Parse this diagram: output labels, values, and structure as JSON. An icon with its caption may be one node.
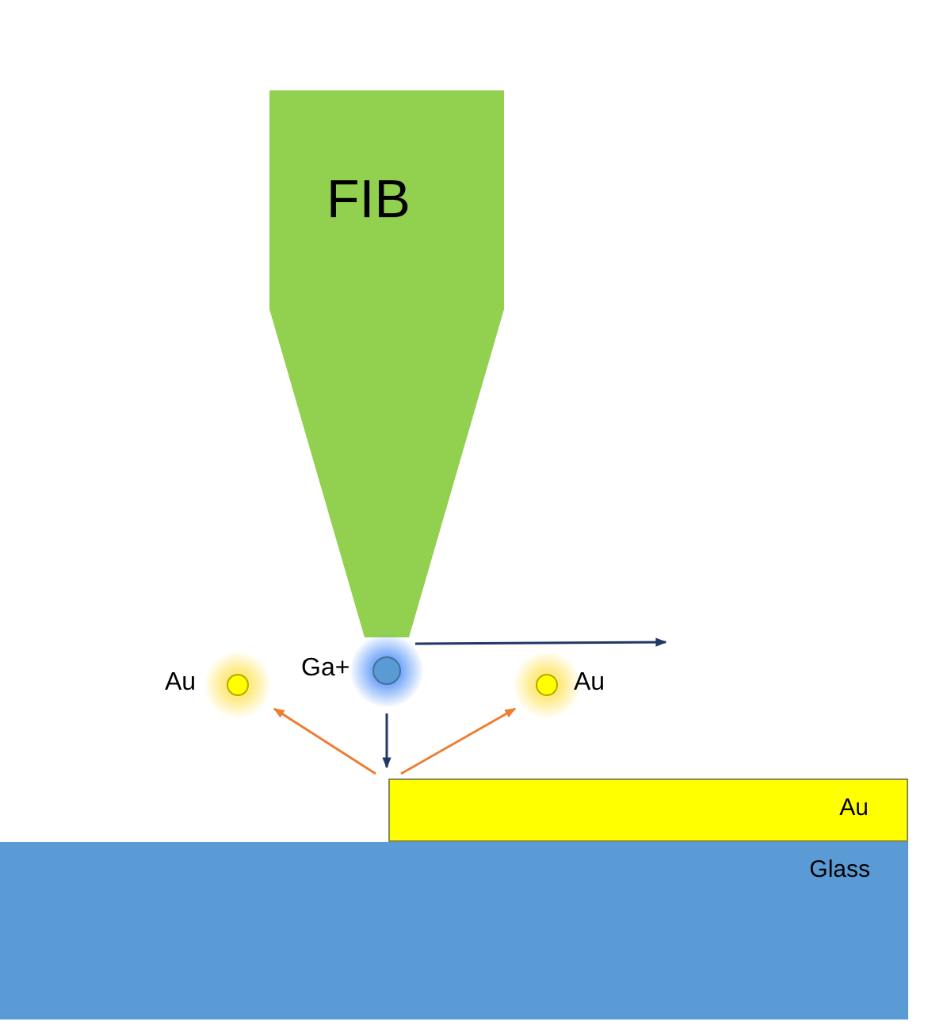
{
  "diagram": {
    "nodes": [
      {
        "text": [
          "FIB"
        ]
      },
      {
        "text": [],
        "shape": "circle",
        "beside": [
          "Ga+"
        ]
      },
      {
        "text": [],
        "shape": "circle",
        "beside": [
          "Au"
        ]
      },
      {
        "text": [],
        "shape": "circle",
        "beside": [
          "Au"
        ]
      },
      {
        "text": [
          "Au"
        ]
      },
      {
        "text": [
          "Glass"
        ]
      }
    ],
    "edges": [
      {
        "from": 1,
        "to": null,
        "arrow": "to"
      },
      {
        "from": 1,
        "to": 4,
        "arrow": "to"
      },
      {
        "from": 4,
        "to": 2,
        "arrow": "to",
        "color": "#ed7d31"
      },
      {
        "from": 4,
        "to": 3,
        "arrow": "to",
        "color": "#ed7d31"
      }
    ]
  }
}
